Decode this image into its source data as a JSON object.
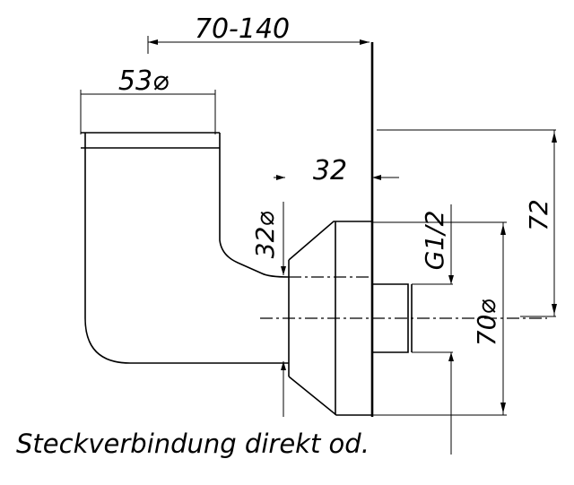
{
  "drawing": {
    "dim_overall_length": "70-140",
    "dim_pipe_diameter": "53⌀",
    "dim_offset": "32",
    "dim_socket_diameter": "32⌀",
    "dim_thread": "G1/2",
    "dim_flange_diameter": "70⌀",
    "dim_height": "72",
    "caption": "Steckverbindung direkt od."
  }
}
